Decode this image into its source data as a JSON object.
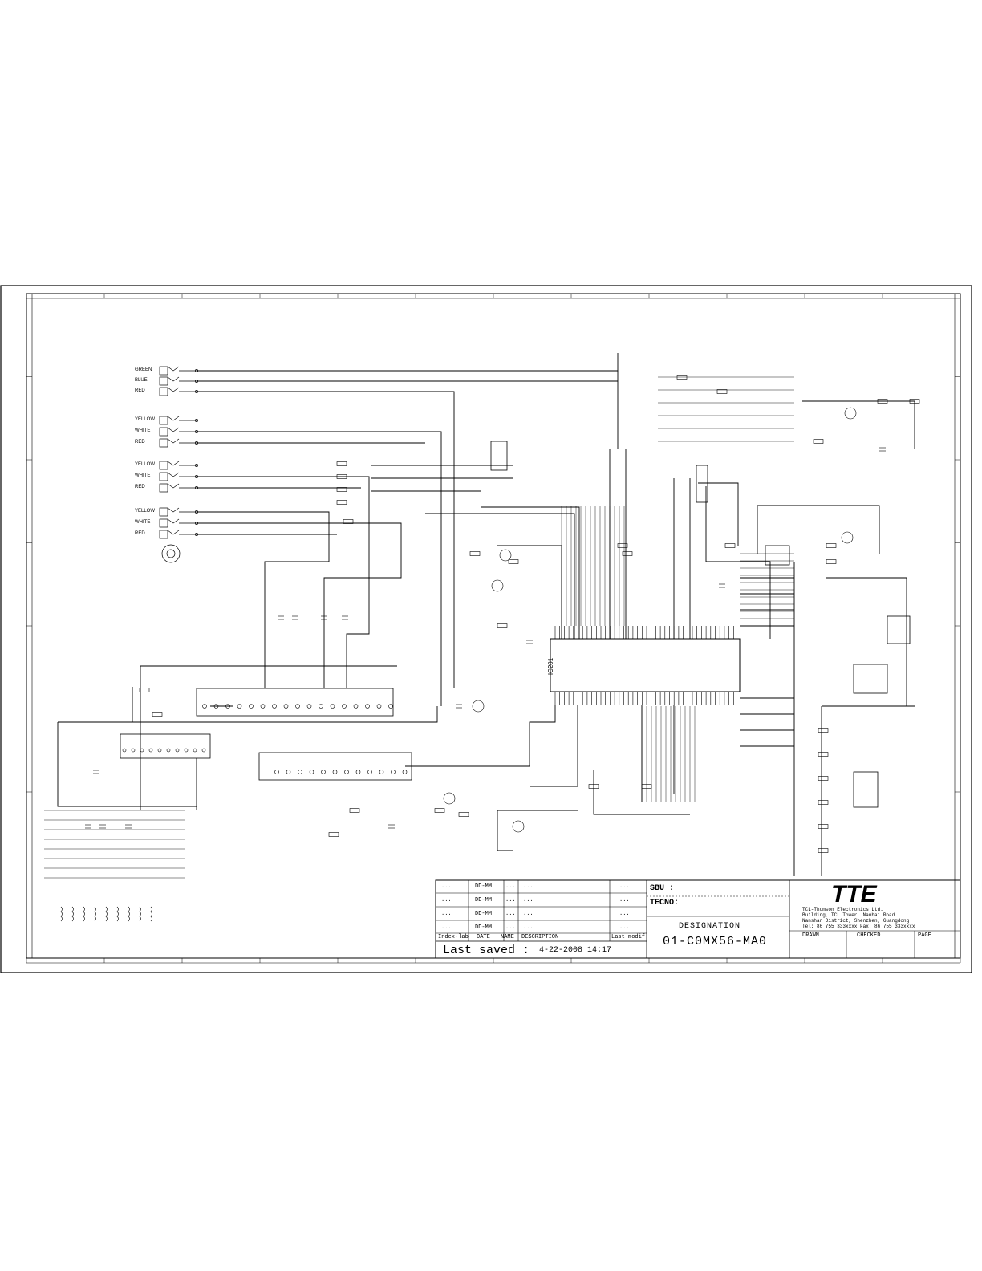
{
  "input_labels": [
    "GREEN",
    "BLUE",
    "RED",
    "YELLOW",
    "WHITE",
    "RED",
    "YELLOW",
    "WHITE",
    "RED",
    "YELLOW",
    "WHITE",
    "RED"
  ],
  "ic_label": "IC201",
  "title_block": {
    "sbu_label": "SBU :",
    "techno_label": "TECNO:",
    "designation_label": "DESIGNATION",
    "designation_value": "01-C0MX56-MA0",
    "brand": "TTE",
    "company_lines": [
      "TCL-Thomson Electronics Ltd.",
      "Building, TCL Tower, Nanhai Road",
      "Nanshan District, Shenzhen, Guangdong",
      "Tel: 86 755 333xxxx   Fax: 86 755 333xxxx"
    ],
    "revision_rows": [
      {
        "index": "...",
        "date": "DD-MM",
        "name": "...",
        "description": "...",
        "modif": "..."
      },
      {
        "index": "...",
        "date": "DD-MM",
        "name": "...",
        "description": "...",
        "modif": "..."
      },
      {
        "index": "...",
        "date": "DD-MM",
        "name": "...",
        "description": "...",
        "modif": "..."
      },
      {
        "index": "...",
        "date": "DD-MM",
        "name": "...",
        "description": "...",
        "modif": "..."
      }
    ],
    "revision_headers": [
      "Index-lab",
      "DATE",
      "NAME",
      "DESCRIPTION",
      "Last modif"
    ],
    "last_saved_label": "Last saved :",
    "last_saved_value": "4-22-2008_14:17",
    "drawn_label": "DRAWN",
    "checked_label": "CHECKED",
    "page_label": "PAGE"
  },
  "colors": {
    "ink": "#000000",
    "paper": "#ffffff",
    "link": "#2a2ad6"
  }
}
